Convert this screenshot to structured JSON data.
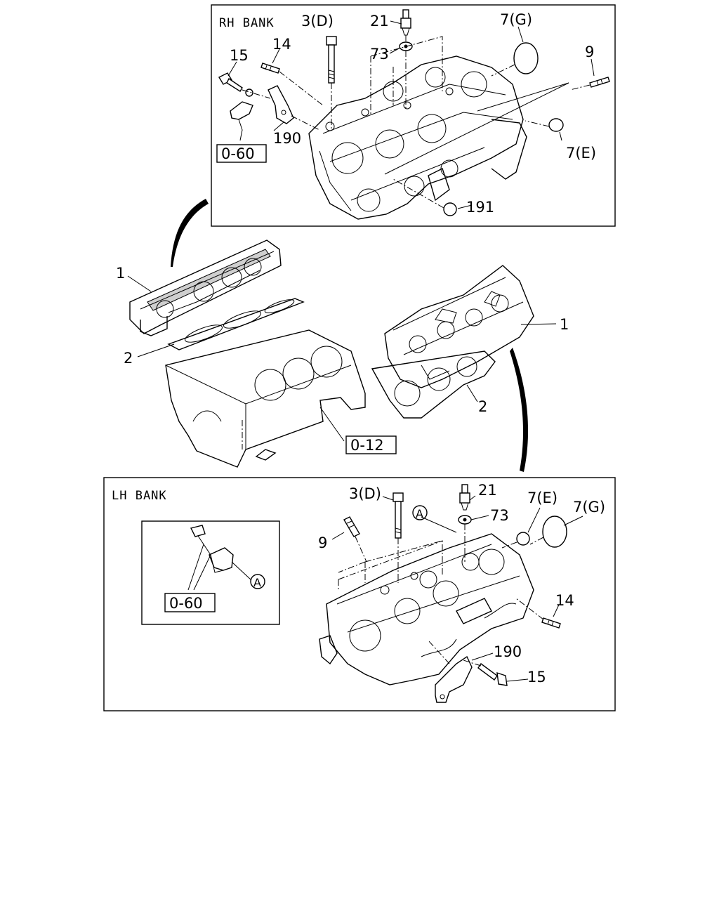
{
  "diagram": {
    "rh_bank": {
      "title": "RH BANK",
      "labels": {
        "bolt": "3(D)",
        "spark_plug": "21",
        "plug_seal": "73",
        "cap_g": "7(G)",
        "stud_9": "9",
        "stud_14": "14",
        "bolt_15": "15",
        "bracket": "190",
        "cap_e": "7(E)",
        "plug_191": "191",
        "ref": "0-60"
      }
    },
    "center": {
      "labels": {
        "head_left": "1",
        "gasket_left": "2",
        "head_right": "1",
        "gasket_right": "2",
        "block_ref": "0-12"
      }
    },
    "lh_bank": {
      "title": "LH BANK",
      "labels": {
        "bolt": "3(D)",
        "spark_plug": "21",
        "plug_seal": "73",
        "cap_e": "7(E)",
        "cap_g": "7(G)",
        "stud_9": "9",
        "stud_14": "14",
        "bracket": "190",
        "bolt_15": "15",
        "callout_a": "A",
        "inset_callout_a": "A",
        "inset_ref": "0-60"
      }
    }
  }
}
